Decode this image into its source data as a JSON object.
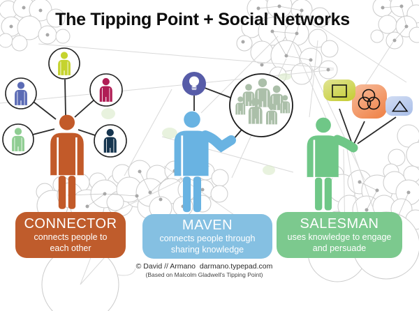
{
  "title": "The Tipping Point + Social Networks",
  "roles": [
    {
      "name": "CONNECTOR",
      "description": "connects people to each other",
      "desc_line1": "connects people to",
      "desc_line2": "each other",
      "box_color": "#BF5C2C",
      "figure_color": "#C25A29"
    },
    {
      "name": "MAVEN",
      "description": "connects people through sharing knowledge",
      "desc_line1": "connects people through",
      "desc_line2": "sharing knowledge",
      "box_color": "#85C0E2",
      "figure_color": "#69B3E2"
    },
    {
      "name": "SALESMAN",
      "description": "uses knowledge to engage and persuade",
      "desc_line1": "uses knowledge to engage",
      "desc_line2": "and persuade",
      "box_color": "#7CC98E",
      "figure_color": "#6FC787"
    }
  ],
  "connector_contacts": [
    {
      "position": "top",
      "color": "#C5D32E"
    },
    {
      "position": "upper-left",
      "color": "#5B6BB5"
    },
    {
      "position": "upper-right",
      "color": "#B01E55"
    },
    {
      "position": "lower-left",
      "color": "#8FCD92"
    },
    {
      "position": "lower-right",
      "color": "#16354F"
    }
  ],
  "maven": {
    "idea_icon": "lightbulb-icon",
    "idea_color": "#575CA8",
    "crowd_color": "#ABBFA9"
  },
  "salesman_cards": [
    {
      "icon": "square-icon",
      "color": "#C8CF3D"
    },
    {
      "icon": "tri-circle-icon",
      "color": "#F0874E"
    },
    {
      "icon": "triangle-icon",
      "color": "#AEC2EA"
    }
  ],
  "credit": {
    "line1": "© David // Armano  darmano.typepad.com",
    "line2": "(Based on Malcolm Gladwell's Tipping Point)"
  }
}
